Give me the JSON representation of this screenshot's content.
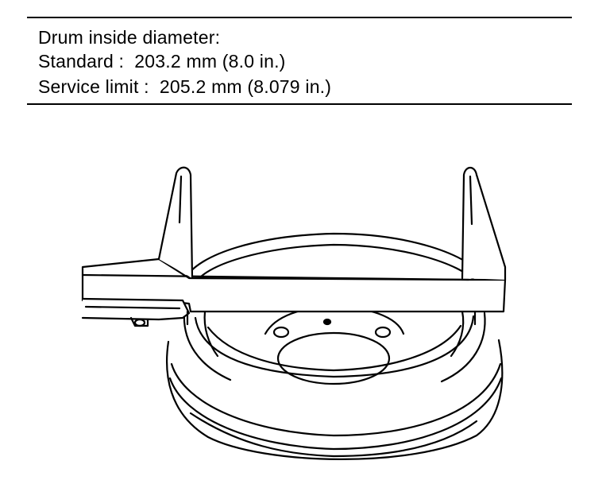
{
  "spec": {
    "heading": "Drum inside diameter:",
    "standard": "Standard :  203.2 mm (8.0 in.)",
    "service_limit": "Service limit :  205.2 mm (8.079 in.)"
  },
  "illustration": {
    "subject": "vernier caliper measuring brake drum inside diameter"
  },
  "colors": {
    "ink": "#000000",
    "paper": "#ffffff"
  }
}
